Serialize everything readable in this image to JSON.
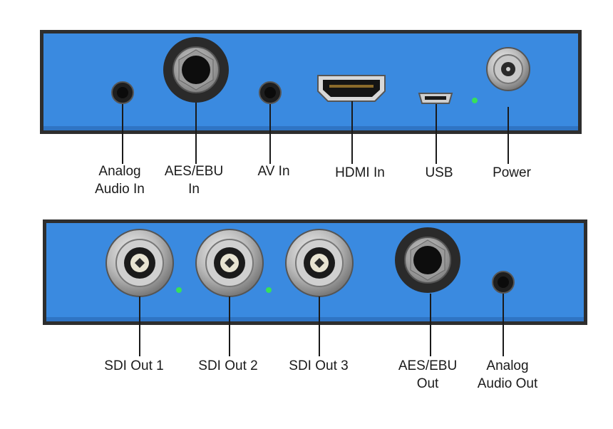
{
  "inputs_panel": {
    "labels": {
      "analog_audio_in": [
        "Analog",
        "Audio In"
      ],
      "aes_ebu_in": [
        "AES/EBU",
        "In"
      ],
      "av_in": [
        "AV In"
      ],
      "hdmi_in": [
        "HDMI In"
      ],
      "usb": [
        "USB"
      ],
      "power": [
        "Power"
      ]
    }
  },
  "outputs_panel": {
    "labels": {
      "sdi_out_1": [
        "SDI Out 1"
      ],
      "sdi_out_2": [
        "SDI Out 2"
      ],
      "sdi_out_3": [
        "SDI Out 3"
      ],
      "aes_ebu_out": [
        "AES/EBU",
        "Out"
      ],
      "analog_audio_out": [
        "Analog",
        "Audio Out"
      ]
    }
  },
  "colors": {
    "panel": "#3a8ae0",
    "frame": "#2e2e2e",
    "led": "#37e05a"
  }
}
